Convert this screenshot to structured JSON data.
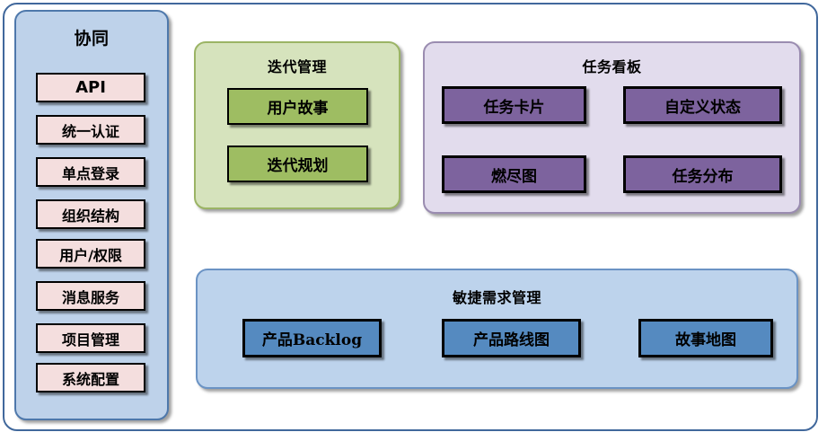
{
  "diagram": {
    "title_note": "",
    "frame": {
      "border_color": "#41689c"
    }
  },
  "sidebar": {
    "title": "协同",
    "bg_color": "#bed2ea",
    "border_color": "#4e78ab",
    "item_color": "#f4dede",
    "items": [
      {
        "label": "API"
      },
      {
        "label": "统一认证"
      },
      {
        "label": "单点登录"
      },
      {
        "label": "组织结构"
      },
      {
        "label": "用户/权限"
      },
      {
        "label": "消息服务"
      },
      {
        "label": "项目管理"
      },
      {
        "label": "系统配置"
      }
    ]
  },
  "panels": [
    {
      "id": "iteration",
      "title": "迭代管理",
      "bg_color": "#d6e3bd",
      "border_color": "#9bb465",
      "item_color": "#9ebd62",
      "items": [
        {
          "label": "用户故事"
        },
        {
          "label": "迭代规划"
        }
      ]
    },
    {
      "id": "taskboard",
      "title": "任务看板",
      "bg_color": "#e2dced",
      "border_color": "#9a8cb0",
      "item_color": "#7d639e",
      "items": [
        {
          "label": "任务卡片"
        },
        {
          "label": "自定义状态"
        },
        {
          "label": "燃尽图"
        },
        {
          "label": "任务分布"
        }
      ]
    },
    {
      "id": "agile",
      "title": "敏捷需求管理",
      "bg_color": "#bdd3ec",
      "border_color": "#6b93c4",
      "item_color": "#558ac0",
      "items": [
        {
          "label": "产品Backlog",
          "cjk_prefix": "产品",
          "latin_suffix": "Backlog"
        },
        {
          "label": "产品路线图"
        },
        {
          "label": "故事地图"
        }
      ]
    }
  ]
}
